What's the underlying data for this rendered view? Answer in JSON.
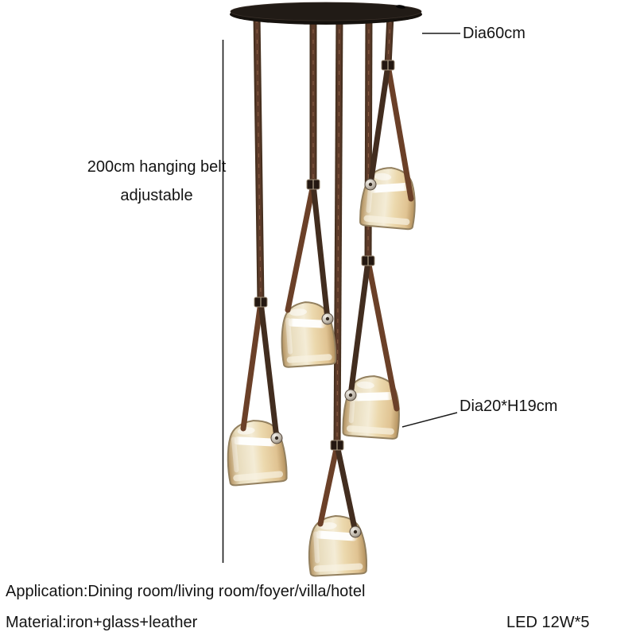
{
  "annotations": {
    "canopy_diameter": "Dia60cm",
    "belt_length_line1": "200cm hanging belt",
    "belt_length_line2": "adjustable",
    "shade_size": "Dia20*H19cm"
  },
  "specs": {
    "application": "Application:Dining room/living room/foyer/villa/hotel",
    "material": "Material:iron+glass+leather",
    "led": "LED 12W*5"
  },
  "product": {
    "lamp_count": 5
  },
  "colors": {
    "background": "#ffffff",
    "text": "#141414",
    "line": "#1a1a1a",
    "canopy_black": "#16120e",
    "canopy_top": "#211b16",
    "leather_dark": "#46301f",
    "leather_mid": "#5d3b2a",
    "leather_red": "#6b4028",
    "leather_leg_dark": "#422d1f",
    "stitch": "#96684a",
    "glass_edge": "#93805f",
    "glass_amber_dark": "#b28f5c",
    "glass_amber": "#e0c392",
    "glass_light": "#f4ecd6",
    "metal_light": "#f2efe9",
    "metal_dark": "#776c60"
  }
}
